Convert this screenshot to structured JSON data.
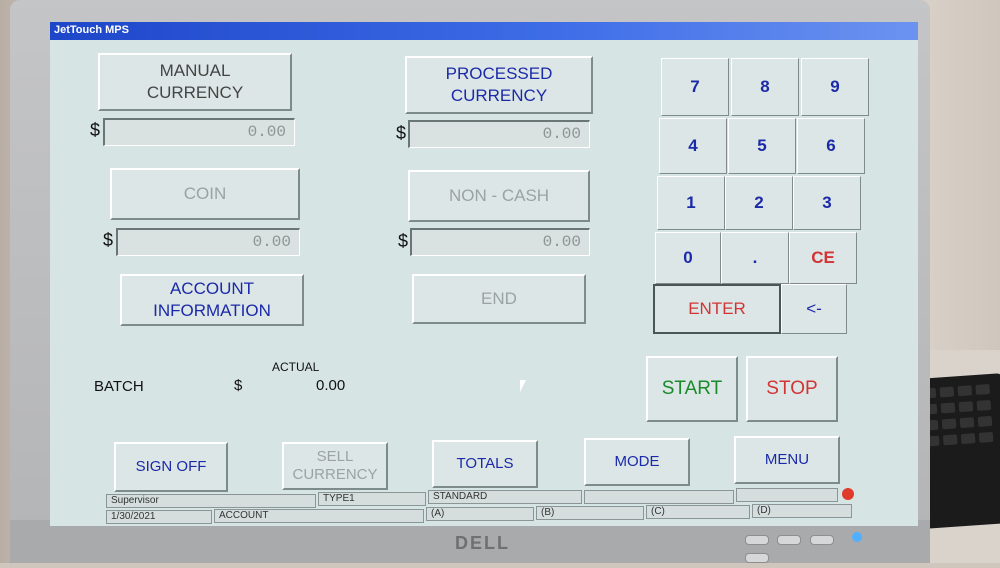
{
  "window": {
    "title": "JetTouch MPS"
  },
  "left_buttons": {
    "manual_currency": [
      "MANUAL",
      "CURRENCY"
    ],
    "coin": "COIN",
    "account_information": [
      "ACCOUNT",
      "INFORMATION"
    ]
  },
  "middle_buttons": {
    "processed_currency": [
      "PROCESSED",
      "CURRENCY"
    ],
    "non_cash": "NON - CASH",
    "end": "END"
  },
  "fields": {
    "currency_symbol": "$",
    "manual_currency_value": "0.00",
    "processed_currency_value": "0.00",
    "coin_value": "0.00",
    "non_cash_value": "0.00"
  },
  "keypad": {
    "keys": [
      "7",
      "8",
      "9",
      "4",
      "5",
      "6",
      "1",
      "2",
      "3",
      "0",
      ".",
      "CE"
    ],
    "enter": "ENTER",
    "backspace": "<-"
  },
  "batch": {
    "label": "BATCH",
    "currency_symbol": "$",
    "actual_label": "ACTUAL",
    "actual_value": "0.00"
  },
  "actions": {
    "start": "START",
    "stop": "STOP"
  },
  "bottom_buttons": {
    "sign_off": "SIGN OFF",
    "sell_currency": [
      "SELL",
      "CURRENCY"
    ],
    "totals": "TOTALS",
    "mode": "MODE",
    "menu": "MENU"
  },
  "status_bar": {
    "user": "Supervisor",
    "type": "TYPE1",
    "mode": "STANDARD",
    "date": "1/30/2021",
    "account": "ACCOUNT",
    "slot_a": "(A)",
    "slot_b": "(B)",
    "slot_c": "(C)",
    "slot_d": "(D)"
  },
  "monitor": {
    "brand": "DELL"
  },
  "colors": {
    "button_text_blue": "#1b2aa8",
    "disabled_text": "#9aa3a3",
    "start_green": "#1a8a2a",
    "stop_red": "#d23434",
    "screen_bg": "#d7e4e4",
    "titlebar_blue": "#1d46c9"
  }
}
